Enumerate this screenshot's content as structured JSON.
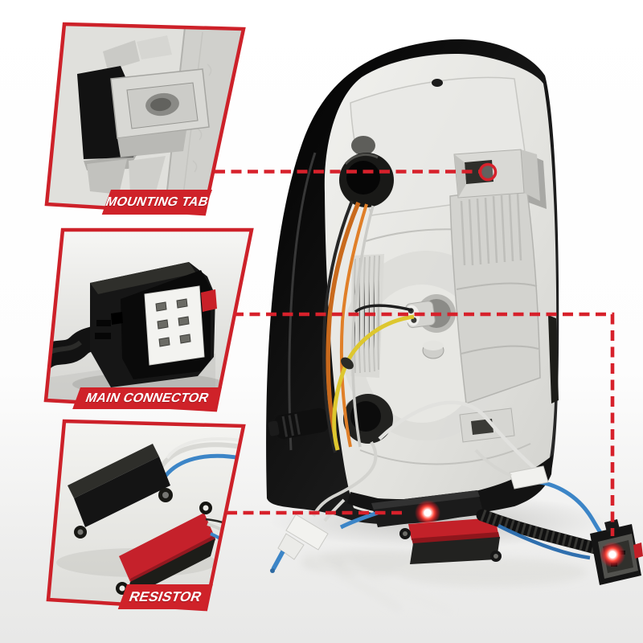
{
  "image_type": "annotated product photo",
  "accent_color": "#cf2229",
  "glow_color": "#e8222b",
  "callouts": [
    {
      "id": "mounting-tab",
      "label": "MOUNTING TAB",
      "marker_style": "ring"
    },
    {
      "id": "main-connector",
      "label": "MAIN CONNECTOR",
      "marker_style": "glow"
    },
    {
      "id": "resistor",
      "label": "RESISTOR",
      "marker_style": "glow"
    }
  ]
}
